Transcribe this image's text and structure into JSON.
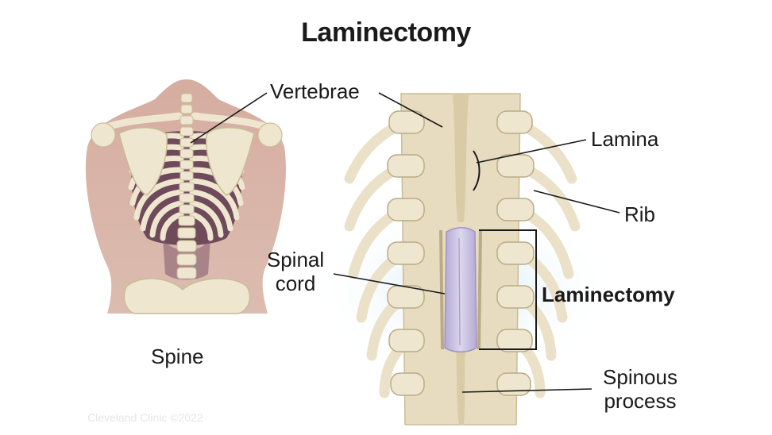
{
  "title": "Laminectomy",
  "left_figure": {
    "caption": "Spine"
  },
  "labels": {
    "vertebrae": "Vertebrae",
    "lamina": "Lamina",
    "rib": "Rib",
    "spinal_cord_line1": "Spinal",
    "spinal_cord_line2": "cord",
    "laminectomy": "Laminectomy",
    "spinous_process_line1": "Spinous",
    "spinous_process_line2": "process"
  },
  "watermark": "Cleveland Clinic ©2022",
  "colors": {
    "skin": "#d9b2a6",
    "bone": "#ede4cc",
    "bone_shadow": "#c9bc98",
    "rib_gap": "#6e4a5a",
    "spinal_cord": "#c9c2e0",
    "glow": "#d5ecf8",
    "leader_line": "#1a1a1a"
  }
}
